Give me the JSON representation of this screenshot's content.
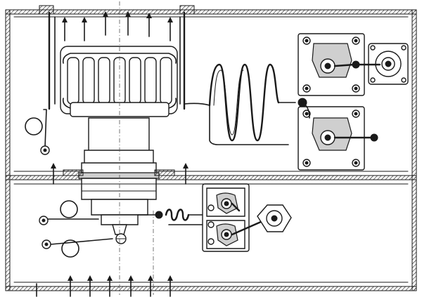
{
  "figure": {
    "description_visible_text": "",
    "colors": {
      "ink": "#1a1a1a",
      "paper": "#ffffff",
      "hatch": "#1a1a1a"
    }
  },
  "upper_compartment": {
    "airflow_arrows": 6,
    "side_arrows": 2
  },
  "lower_compartment": {
    "airflow_arrows": 7
  }
}
